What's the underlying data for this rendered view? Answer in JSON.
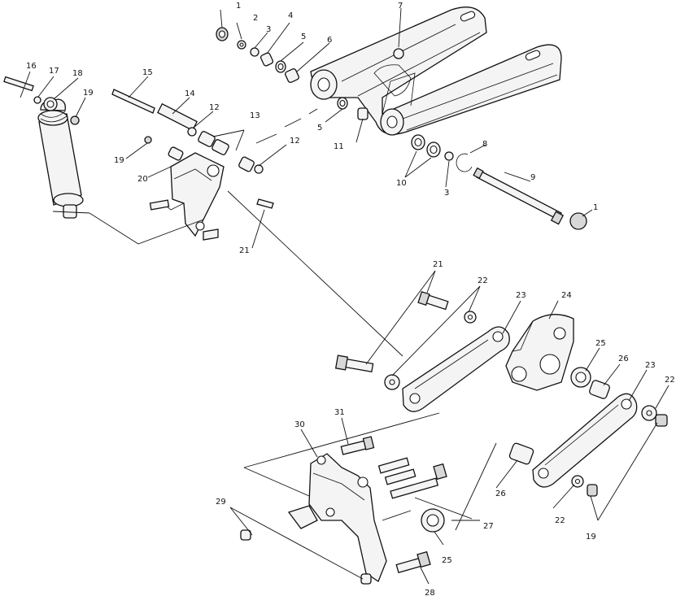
{
  "callouts": [
    {
      "id": "c1a",
      "text": "1"
    },
    {
      "id": "c2",
      "text": "2"
    },
    {
      "id": "c3a",
      "text": "3"
    },
    {
      "id": "c4",
      "text": "4"
    },
    {
      "id": "c5a",
      "text": "5"
    },
    {
      "id": "c6",
      "text": "6"
    },
    {
      "id": "c7",
      "text": "7"
    },
    {
      "id": "c16",
      "text": "16"
    },
    {
      "id": "c17",
      "text": "17"
    },
    {
      "id": "c18",
      "text": "18"
    },
    {
      "id": "c19a",
      "text": "19"
    },
    {
      "id": "c15",
      "text": "15"
    },
    {
      "id": "c14",
      "text": "14"
    },
    {
      "id": "c12a",
      "text": "12"
    },
    {
      "id": "c13",
      "text": "13"
    },
    {
      "id": "c5b",
      "text": "5"
    },
    {
      "id": "c11",
      "text": "11"
    },
    {
      "id": "c12b",
      "text": "12"
    },
    {
      "id": "c19b",
      "text": "19"
    },
    {
      "id": "c20",
      "text": "20"
    },
    {
      "id": "c8",
      "text": "8"
    },
    {
      "id": "c10",
      "text": "10"
    },
    {
      "id": "c3b",
      "text": "3"
    },
    {
      "id": "c9",
      "text": "9"
    },
    {
      "id": "c1b",
      "text": "1"
    },
    {
      "id": "c21a",
      "text": "21"
    },
    {
      "id": "c21b",
      "text": "21"
    },
    {
      "id": "c22a",
      "text": "22"
    },
    {
      "id": "c23a",
      "text": "23"
    },
    {
      "id": "c24",
      "text": "24"
    },
    {
      "id": "c25a",
      "text": "25"
    },
    {
      "id": "c26a",
      "text": "26"
    },
    {
      "id": "c23b",
      "text": "23"
    },
    {
      "id": "c22b",
      "text": "22"
    },
    {
      "id": "c30",
      "text": "30"
    },
    {
      "id": "c31",
      "text": "31"
    },
    {
      "id": "c29",
      "text": "29"
    },
    {
      "id": "c26b",
      "text": "26"
    },
    {
      "id": "c27",
      "text": "27"
    },
    {
      "id": "c22c",
      "text": "22"
    },
    {
      "id": "c19c",
      "text": "19"
    },
    {
      "id": "c25b",
      "text": "25"
    },
    {
      "id": "c28",
      "text": "28"
    }
  ]
}
